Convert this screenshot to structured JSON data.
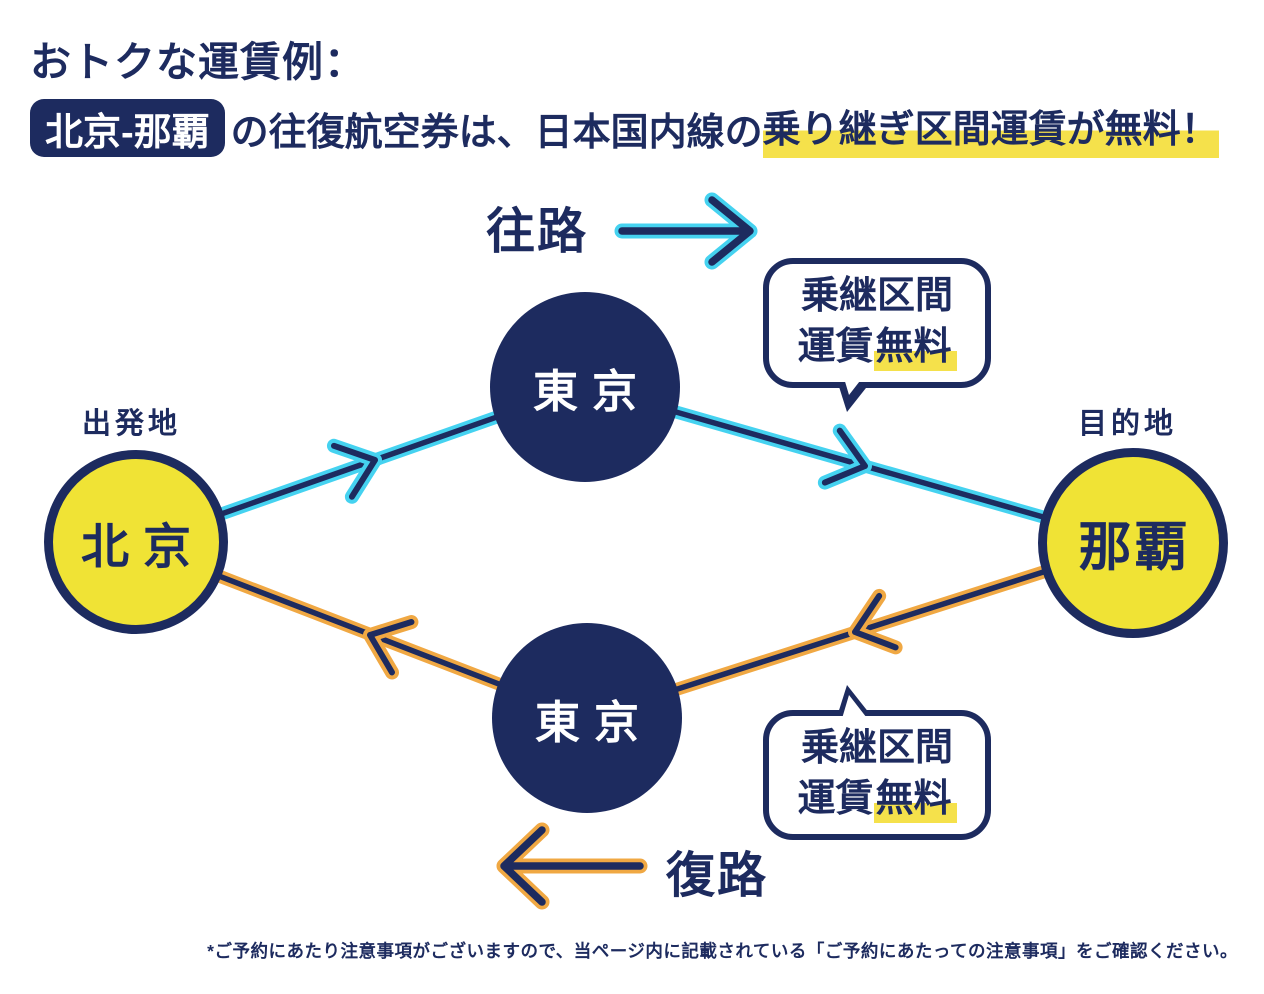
{
  "page": {
    "title": "おトクな運賃例：",
    "headline": {
      "badge": "北京-那覇",
      "pre": "の往復航空券は、日本国内線の",
      "highlight": "乗り継ぎ区間運賃が無料！"
    },
    "directions": {
      "outbound": "往路",
      "return": "復路"
    },
    "nodes": {
      "origin": {
        "label": "出発地",
        "city": "北京"
      },
      "destination": {
        "label": "目的地",
        "city": "那覇"
      },
      "transfer_outbound": {
        "city": "東京"
      },
      "transfer_return": {
        "city": "東京"
      }
    },
    "bubble": {
      "line1": "乗継区間",
      "line2_normal": "運賃",
      "line2_highlight": "無料"
    },
    "footnote": "*ご予約にあたり注意事項がございますので、当ページ内に記載されている「ご予約にあたっての注意事項」をご確認ください。",
    "colors": {
      "navy": "#1d2b5f",
      "cyan": "#45d2f0",
      "orange": "#f0a843",
      "yellow": "#f0e335",
      "highlight": "#f5e14b"
    }
  }
}
